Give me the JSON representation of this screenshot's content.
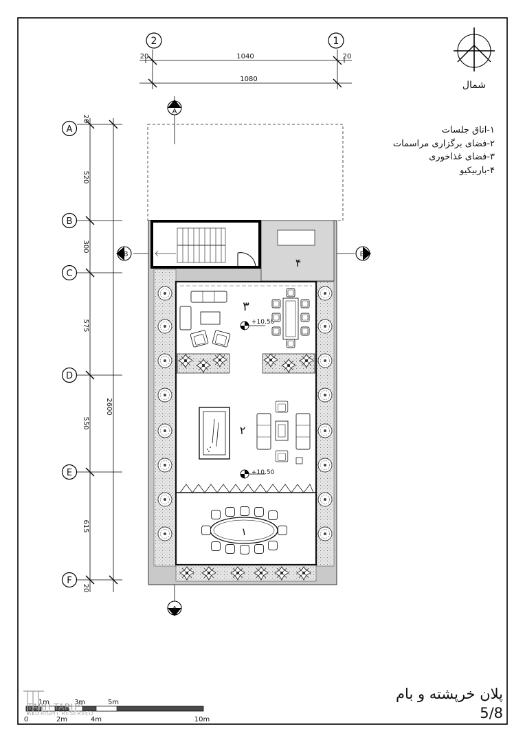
{
  "grid": {
    "columns": [
      "2",
      "1"
    ],
    "rows": [
      "A",
      "B",
      "C",
      "D",
      "E",
      "F"
    ]
  },
  "dimensions": {
    "top_left_offset": "20",
    "top_span": "1040",
    "top_right_offset": "20",
    "top_total": "1080",
    "side_top_offset": "20",
    "side_segments": [
      "520",
      "300",
      "575",
      "550",
      "615"
    ],
    "side_bottom_offset": "20",
    "side_total": "2600"
  },
  "section_marks": {
    "section_a": "A",
    "section_b": "B"
  },
  "rooms": {
    "r1": "١",
    "r2": "٢",
    "r3": "٣",
    "r4": "۴"
  },
  "levels": {
    "upper": "+10.50",
    "lower": "+10.50"
  },
  "legend": [
    "۱-اتاق جلسات",
    "۲-فضای برگزاری مراسمات",
    "۳-فضای غذاخوری",
    "۴-باربیکیو"
  ],
  "north_label": "شمال",
  "scale_bar": {
    "top": [
      "1m",
      "3m",
      "5m"
    ],
    "bottom": [
      "0",
      "2m",
      "4m",
      "10m"
    ]
  },
  "plan_title": "پلان خرپشته و بام",
  "sheet_number": "5/8",
  "watermark": {
    "brand": "TARH TARH",
    "reg": "®",
    "rights": "ALL RIGHT RESERVED"
  }
}
